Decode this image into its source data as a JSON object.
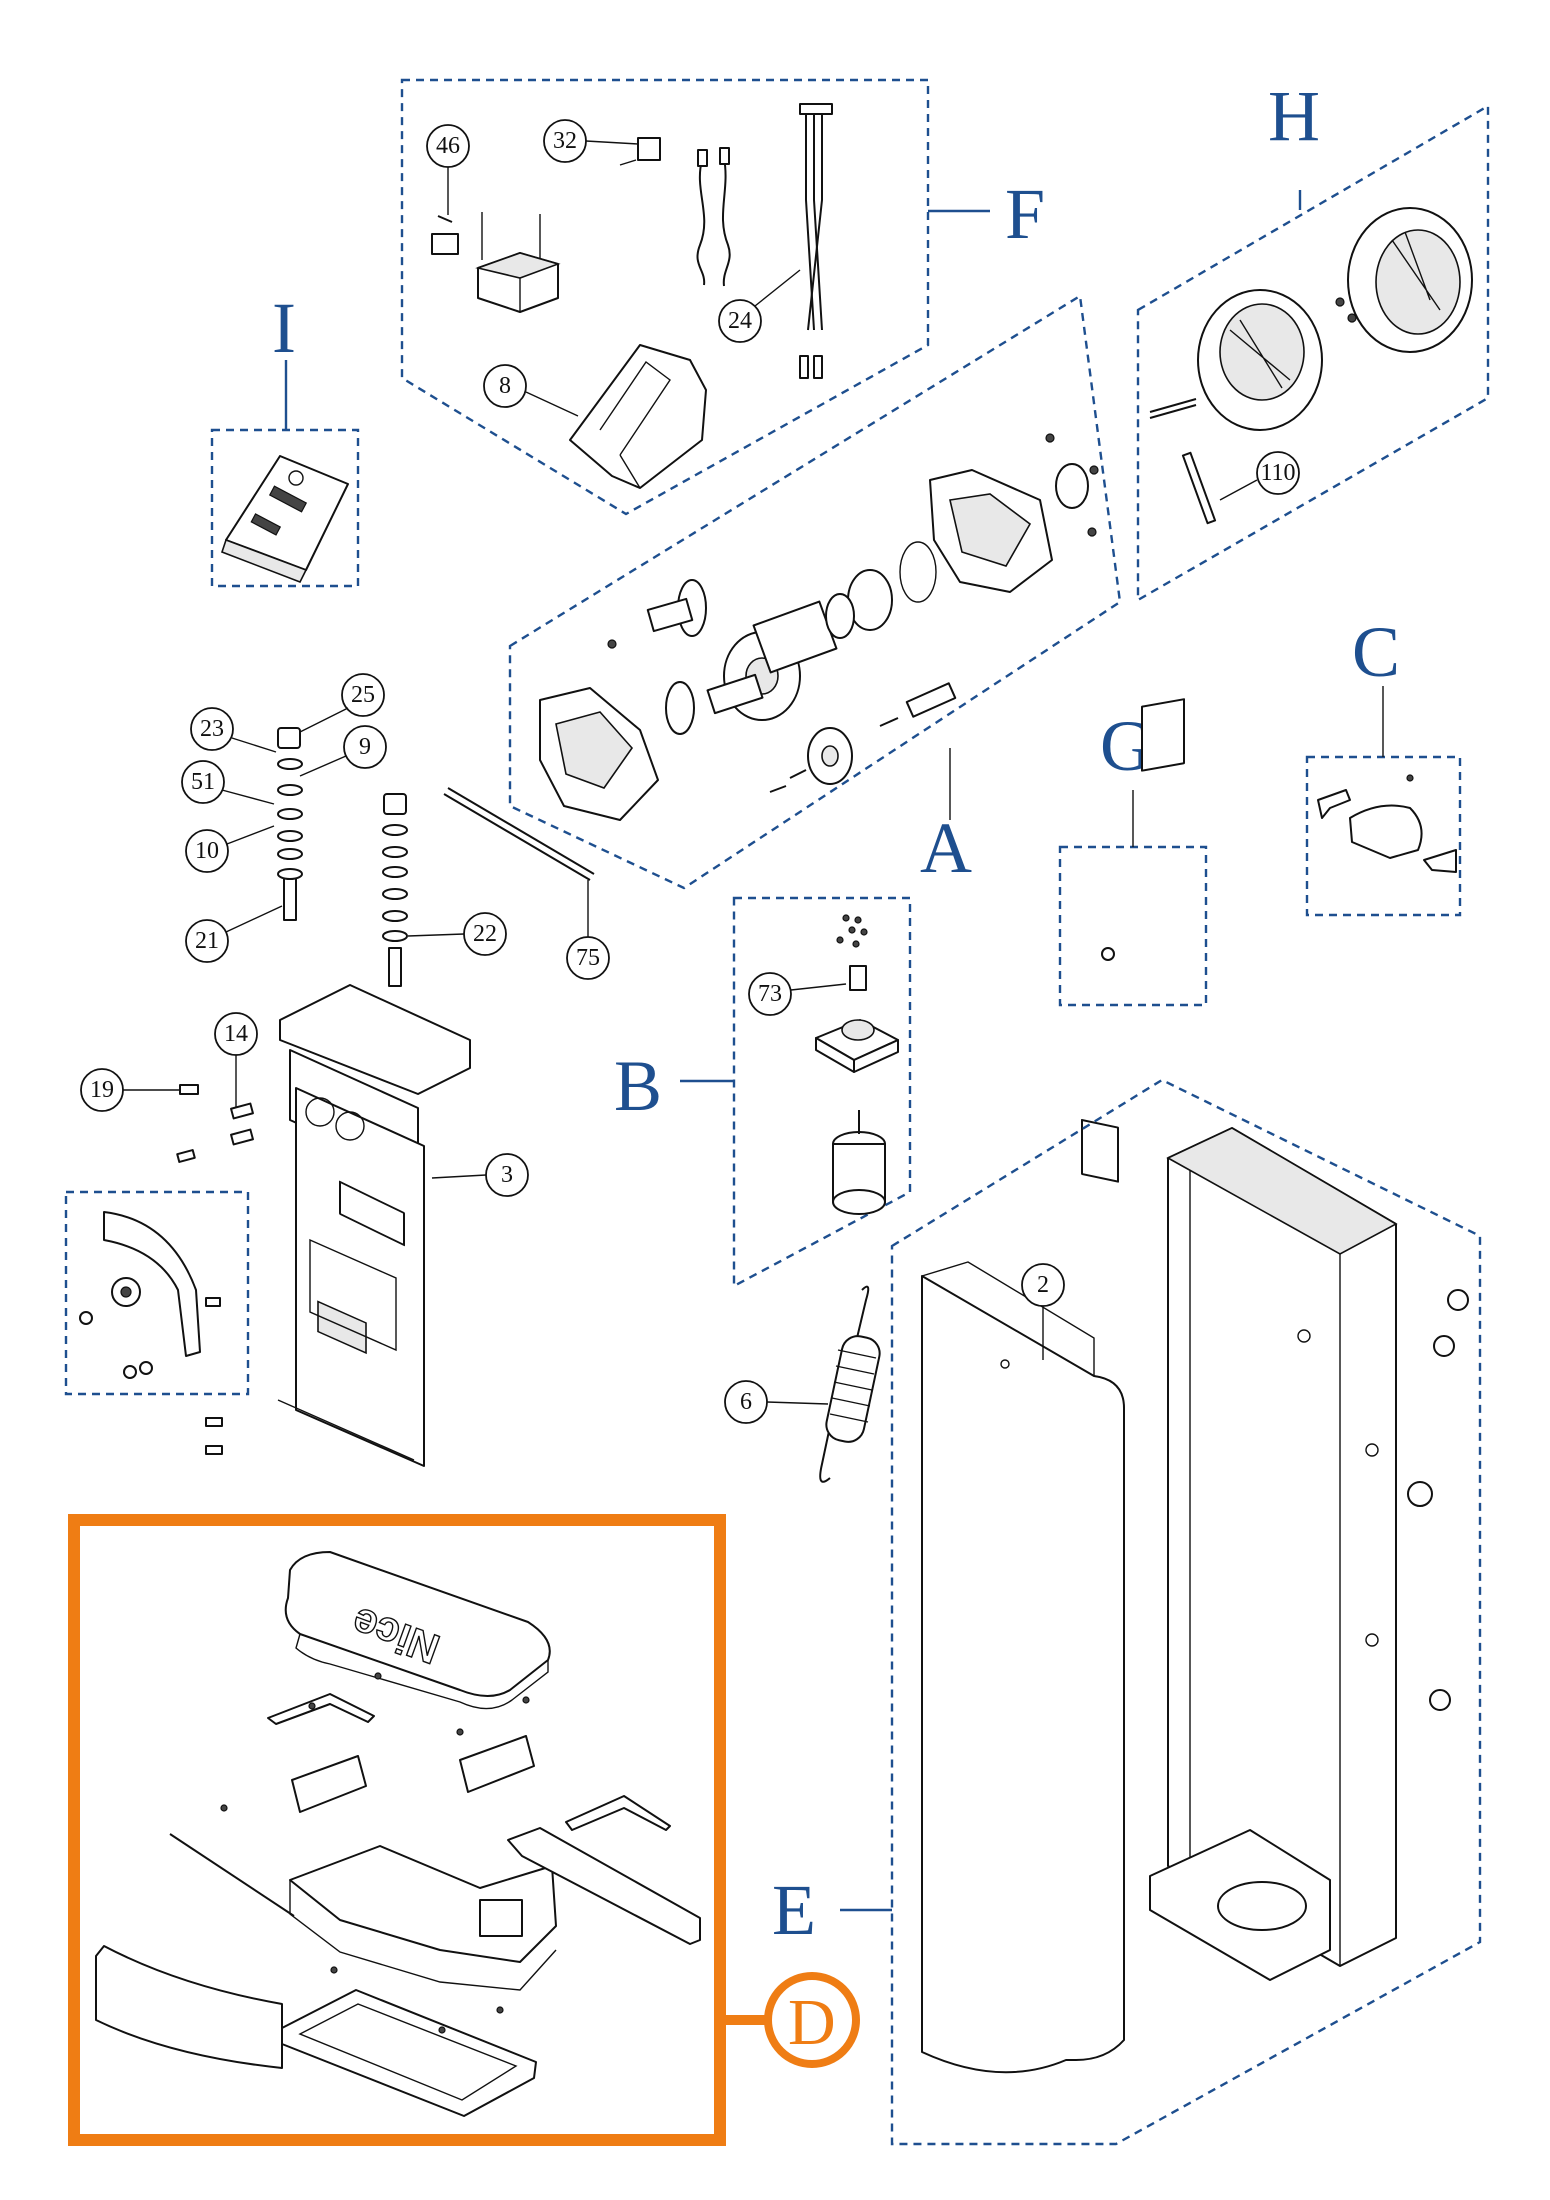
{
  "groups": {
    "A": "A",
    "B": "B",
    "C": "C",
    "D": "D",
    "E": "E",
    "F": "F",
    "G": "G",
    "H": "H",
    "I": "I"
  },
  "parts": {
    "p46": "46",
    "p32": "32",
    "p24": "24",
    "p8": "8",
    "p110": "110",
    "p25": "25",
    "p23": "23",
    "p9": "9",
    "p51": "51",
    "p10": "10",
    "p21": "21",
    "p22": "22",
    "p75": "75",
    "p14": "14",
    "p19": "19",
    "p3": "3",
    "p73": "73",
    "p6": "6",
    "p2": "2"
  },
  "decal": {
    "logo_text": "Nice"
  },
  "colors": {
    "group_frame": "#1e4f8f",
    "highlight": "#ef7d14",
    "line": "#111111"
  }
}
